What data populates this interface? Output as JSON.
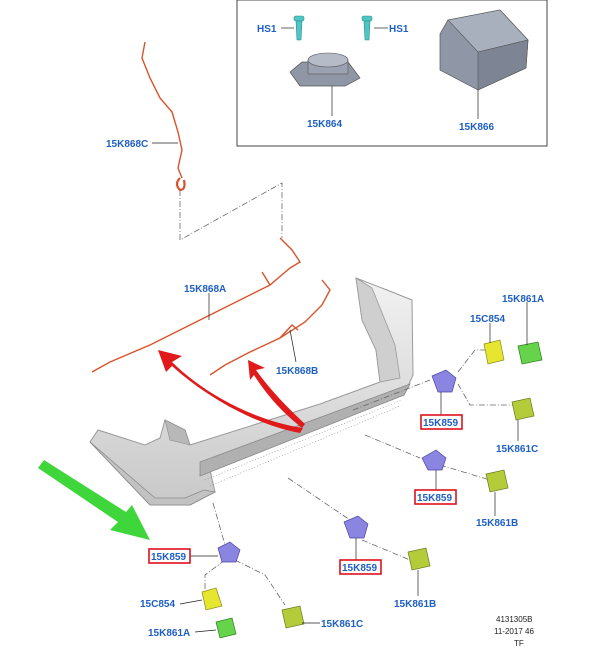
{
  "labels": {
    "hs1_left": "HS1",
    "hs1_right": "HS1",
    "k864": "15K864",
    "k866": "15K866",
    "k868c": "15K868C",
    "k868a": "15K868A",
    "k868b": "15K868B",
    "k861a_top": "15K861A",
    "c854_top": "15C854",
    "k859_1": "15K859",
    "k861c_right": "15K861C",
    "k859_2": "15K859",
    "k861b_right": "15K861B",
    "k859_3": "15K859",
    "k859_4": "15K859",
    "k861b_bottom": "15K861B",
    "c854_bottom": "15C854",
    "k861a_bottom": "15K861A",
    "k861c_bottom": "15K861C"
  },
  "reference": {
    "number": "4131305B",
    "date": "11-2017 46",
    "code": "TF"
  },
  "colors": {
    "label_blue": "#1f5fc4",
    "highlight_box": "#e0101e",
    "wire_orange": "#d9532a",
    "red_arrow": "#e01a1a",
    "green_arrow": "#3ed63a",
    "sensor_blue": "#8a85e0",
    "clip_yellow": "#e6e630",
    "grommet_green": "#66d44a",
    "bezel_olive": "#b4cc3a",
    "bumper_grey": "#dcdcdc"
  }
}
